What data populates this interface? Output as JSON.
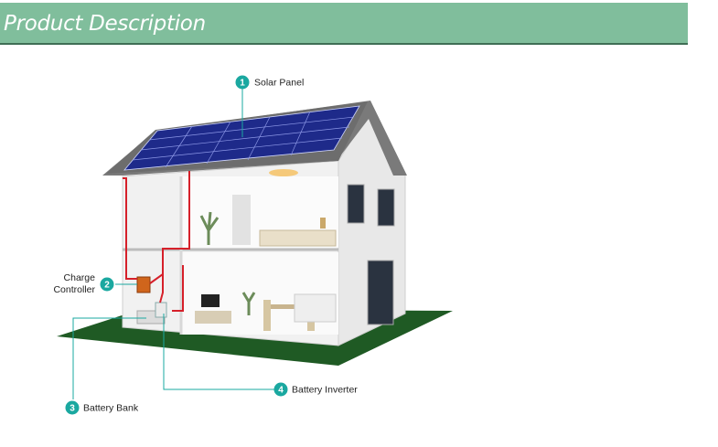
{
  "header": {
    "title": "Product Description"
  },
  "colors": {
    "header_bg": "#80be9c",
    "callout": "#1aa8a0",
    "wire": "#d6202a",
    "ground": "#1f5a24",
    "solar": "#1e2a8a"
  },
  "callouts": [
    {
      "number": "1",
      "label": "Solar Panel"
    },
    {
      "number": "2",
      "label_line1": "Charge",
      "label_line2": "Controller"
    },
    {
      "number": "3",
      "label": "Battery Bank"
    },
    {
      "number": "4",
      "label": "Battery Inverter"
    }
  ]
}
